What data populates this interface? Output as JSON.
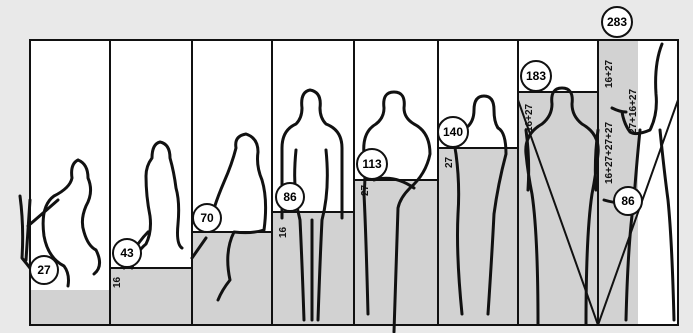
{
  "figure": {
    "colors": {
      "page_bg": "#e9e9e9",
      "panel_bg": "#ffffff",
      "block_fill": "#d2d2d2",
      "ink": "#111111"
    },
    "circle_labels": {
      "c27": "27",
      "c43": "43",
      "c70": "70",
      "c86a": "86",
      "c113": "113",
      "c140": "140",
      "c183": "183",
      "c283": "283",
      "c86b": "86"
    },
    "side_labels": {
      "s16a": "16",
      "s16b": "16",
      "s27a": "27",
      "s27b": "27",
      "s16_27": "16+27",
      "s16_27_27_27": "16+27+27+27",
      "s16_27_top": "16+27",
      "s27_16_27": "27+16+27"
    },
    "figure_icons": [
      "seated-figure-icon",
      "seated-figure-icon",
      "bending-figure-icon",
      "standing-figure-icon",
      "leaning-figure-icon",
      "leaning-figure-icon",
      "standing-figure-icon",
      "raised-arm-figure-icon"
    ]
  }
}
